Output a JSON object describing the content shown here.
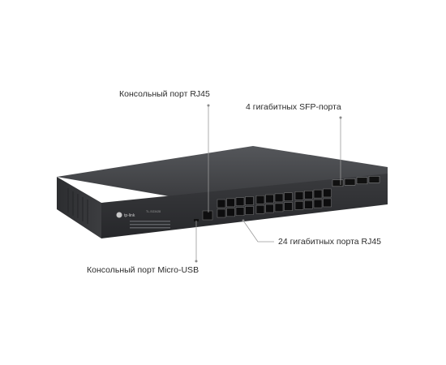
{
  "annotations": {
    "console_rj45": "Консольный порт RJ45",
    "sfp_ports": "4 гигабитных SFP-порта",
    "rj45_ports": "24 гигабитных порта RJ45",
    "console_micro_usb": "Консольный порт Micro-USB"
  },
  "device": {
    "brand": "tp-link",
    "model": "TL-SG3428",
    "port_count_rj45": 24,
    "port_count_sfp": 4
  },
  "colors": {
    "chassis": "#3b3c3f",
    "front_panel": "#2f3033",
    "leader_line": "#9a9a9a",
    "dot": "#8a8a8a"
  }
}
